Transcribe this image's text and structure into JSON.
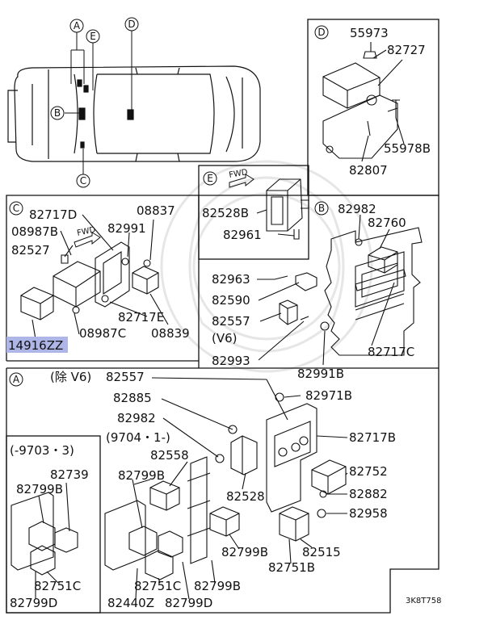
{
  "figure_code": "3K8T758",
  "views": {
    "A": "A",
    "B": "B",
    "C": "C",
    "D": "D",
    "E": "E"
  },
  "view_labels": {
    "A": "A",
    "B": "B",
    "C": "C",
    "D": "D",
    "E": "E"
  },
  "section_d": {
    "p55973": "55973",
    "p82727": "82727",
    "p55978B": "55978B",
    "p82807": "82807"
  },
  "section_e": {
    "p82528B": "82528B",
    "p82961": "82961"
  },
  "section_c": {
    "p82717D": "82717D",
    "p08837": "08837",
    "p08987B": "08987B",
    "p82991": "82991",
    "p82527": "82527",
    "p82717E": "82717E",
    "p08839": "08839",
    "p08987C": "08987C",
    "p14916ZZ": "14916ZZ",
    "fwd": "FWD"
  },
  "section_b": {
    "p82982": "82982",
    "p82760": "82760",
    "p82963": "82963",
    "p82590": "82590",
    "p82557": "82557",
    "v6": "(V6)",
    "p82993": "82993",
    "p82717C": "82717C",
    "p82991B": "82991B"
  },
  "section_a": {
    "except_v6": "(除 V6)",
    "p82557": "82557",
    "p82885": "82885",
    "p82971B": "82971B",
    "p82982": "82982",
    "date_from": "(9704・1-)",
    "p82717B": "82717B",
    "date_to": "(-9703・3)",
    "p82558": "82558",
    "p82739": "82739",
    "p82799B_a": "82799B",
    "p82799B_b": "82799B",
    "p82528": "82528",
    "p82752": "82752",
    "p82882": "82882",
    "p82958": "82958",
    "p82515": "82515",
    "p82799B_c": "82799B",
    "p82751C_a": "82751C",
    "p82751C_b": "82751C",
    "p82799B_d": "82799B",
    "p82751B": "82751B",
    "p82799D_a": "82799D",
    "p82440Z": "82440Z",
    "p82799D_b": "82799D"
  },
  "colors": {
    "line": "#111111",
    "highlight": "#aeb6e8",
    "watermark": "#e6e6e6"
  }
}
